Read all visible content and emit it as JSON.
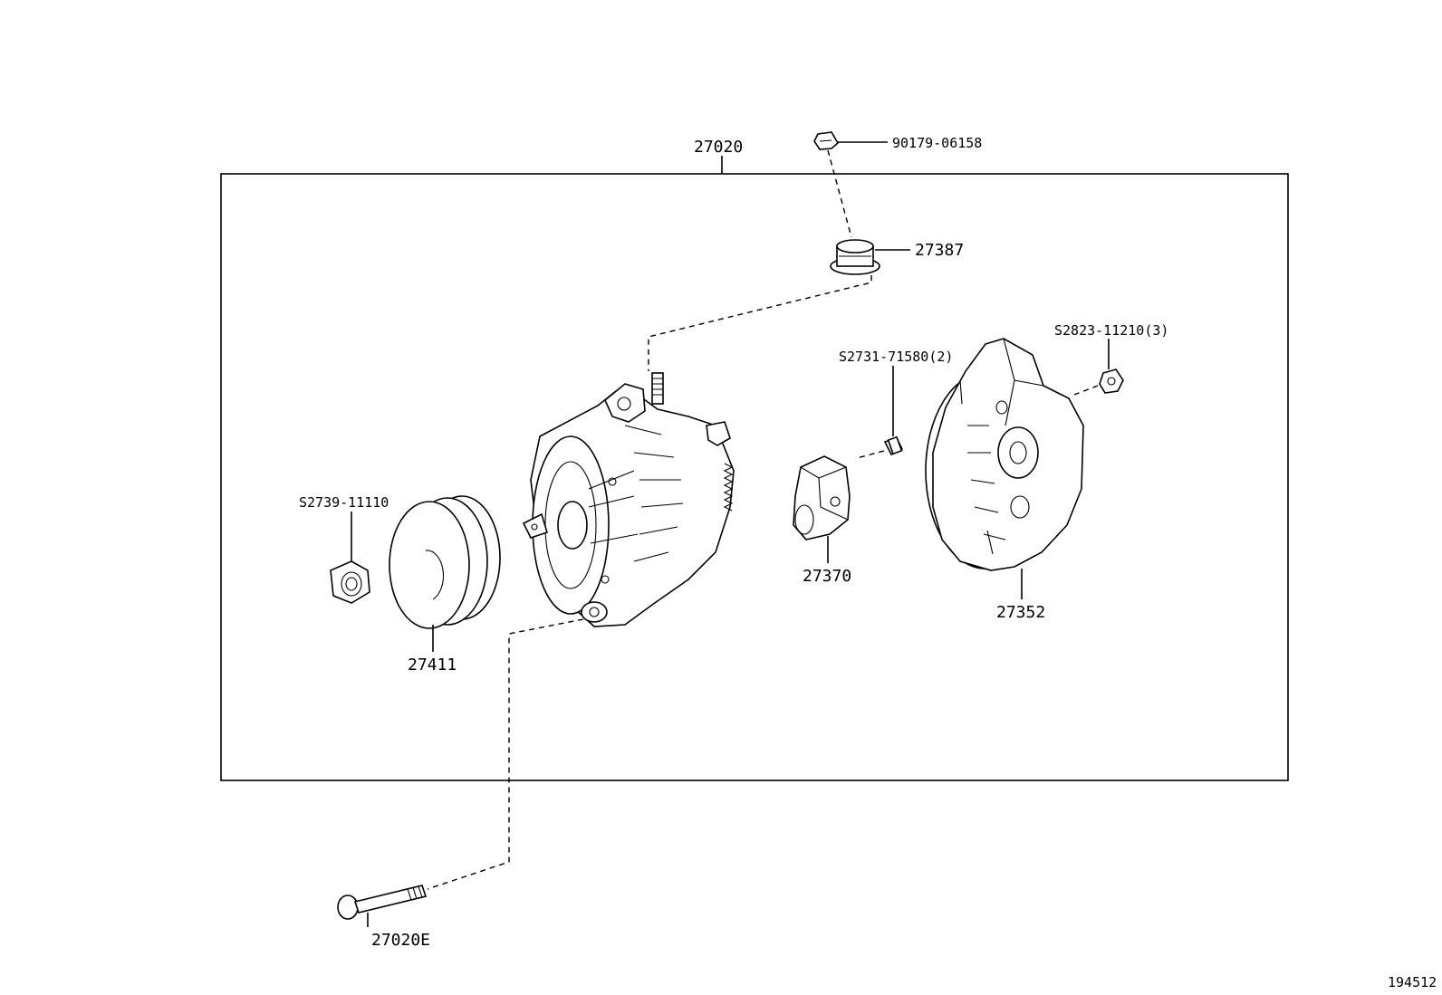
{
  "diagram": {
    "assembly_label": "27020",
    "image_id": "194512",
    "parts": [
      {
        "id": "nut-top",
        "label": "90179-06158"
      },
      {
        "id": "insulator",
        "label": "27387"
      },
      {
        "id": "brush-screw",
        "label": "S2731-71580(2)"
      },
      {
        "id": "cover-nut",
        "label": "S2823-11210(3)"
      },
      {
        "id": "pulley-nut",
        "label": "S2739-11110"
      },
      {
        "id": "regulator",
        "label": "27370"
      },
      {
        "id": "rear-cover",
        "label": "27352"
      },
      {
        "id": "pulley",
        "label": "27411"
      },
      {
        "id": "bolt",
        "label": "27020E"
      }
    ]
  }
}
